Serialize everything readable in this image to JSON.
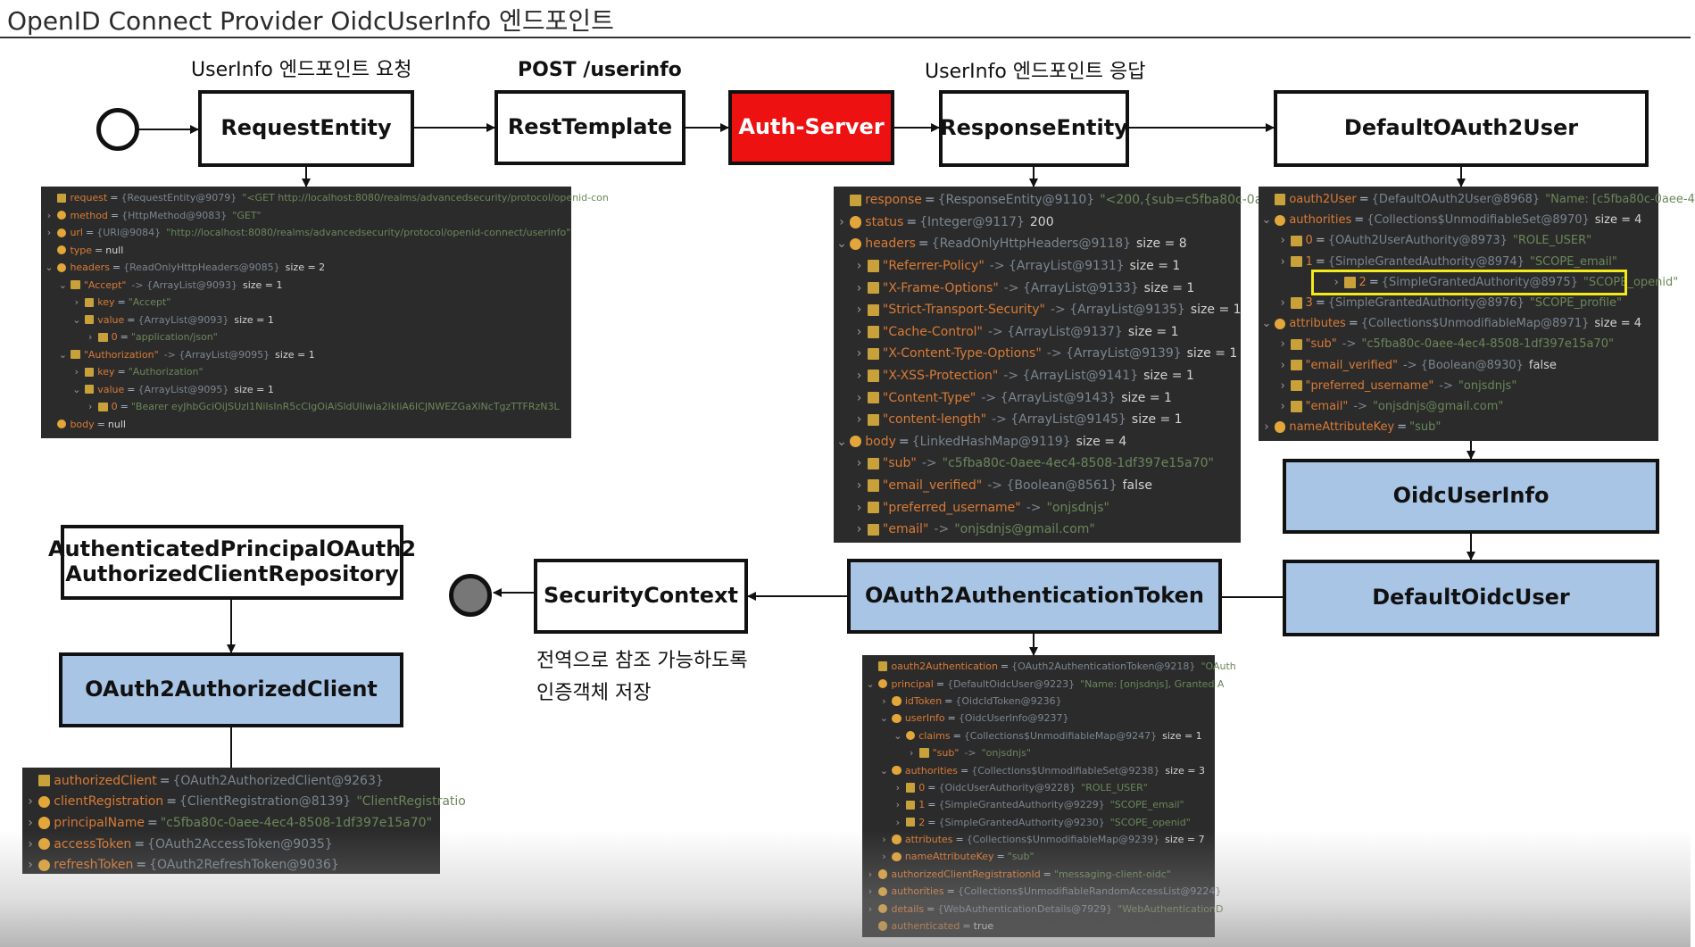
{
  "title": "OpenID Connect Provider OidcUserInfo 엔드포인트",
  "labels": {
    "request_label": "UserInfo 엔드포인트 요청",
    "post_label": "POST /userinfo",
    "response_label": "UserInfo 엔드포인트 응답",
    "note_line1": "전역으로 참조 가능하도록",
    "note_line2": "인증객체 저장"
  },
  "nodes": {
    "request_entity": "RequestEntity",
    "rest_template": "RestTemplate",
    "auth_server": "Auth-Server",
    "response_entity": "ResponseEntity",
    "default_oauth2_user": "DefaultOAuth2User",
    "oidc_user_info": "OidcUserInfo",
    "default_oidc_user": "DefaultOidcUser",
    "oauth2_authentication_token": "OAuth2AuthenticationToken",
    "security_context": "SecurityContext",
    "authorized_client_repository": "AuthenticatedPrincipalOAuth2\nAuthorizedClientRepository",
    "oauth2_authorized_client": "OAuth2AuthorizedClient"
  },
  "colors": {
    "auth_server": "#ee1111",
    "highlight_box": "#a9c5e6",
    "debugger_bg": "#2b2b2b",
    "selection": "#f2ea1b"
  },
  "debug_request": [
    {
      "exp": "",
      "icon": "field",
      "name": "request",
      "type": "{RequestEntity@9079}",
      "value": "\"<GET http://localhost:8080/realms/advancedsecurity/protocol/openid-con"
    },
    {
      "exp": "›",
      "icon": "obj",
      "name": "method",
      "type": "{HttpMethod@9083}",
      "value": "\"GET\""
    },
    {
      "exp": "›",
      "icon": "obj",
      "name": "url",
      "type": "{URI@9084}",
      "value": "\"http://localhost:8080/realms/advancedsecurity/protocol/openid-connect/userinfo\""
    },
    {
      "exp": "",
      "icon": "obj",
      "name": "type",
      "type": "",
      "value": "null"
    },
    {
      "exp": "⌄",
      "icon": "obj",
      "name": "headers",
      "type": "{ReadOnlyHttpHeaders@9085}",
      "value": "size = 2"
    },
    {
      "exp": "⌄",
      "icon": "field",
      "indent": 1,
      "name": "\"Accept\"",
      "type": "-> {ArrayList@9093}",
      "value": "size = 1"
    },
    {
      "exp": "›",
      "icon": "field",
      "indent": 2,
      "name": "key",
      "type": "",
      "value": "\"Accept\""
    },
    {
      "exp": "⌄",
      "icon": "field",
      "indent": 2,
      "name": "value",
      "type": "{ArrayList@9093}",
      "value": "size = 1"
    },
    {
      "exp": "›",
      "icon": "field",
      "indent": 3,
      "name": "0",
      "type": "",
      "value": "\"application/json\""
    },
    {
      "exp": "⌄",
      "icon": "field",
      "indent": 1,
      "name": "\"Authorization\"",
      "type": "-> {ArrayList@9095}",
      "value": "size = 1"
    },
    {
      "exp": "›",
      "icon": "field",
      "indent": 2,
      "name": "key",
      "type": "",
      "value": "\"Authorization\""
    },
    {
      "exp": "⌄",
      "icon": "field",
      "indent": 2,
      "name": "value",
      "type": "{ArrayList@9095}",
      "value": "size = 1"
    },
    {
      "exp": "›",
      "icon": "field",
      "indent": 3,
      "name": "0",
      "type": "",
      "value": "\"Bearer eyJhbGciOiJSUzI1NiIsInR5cCIgOiAiSldUIiwia2lkIiA6ICJNWEZGaXlNcTgzTTFRzN3L"
    },
    {
      "exp": "",
      "icon": "obj",
      "name": "body",
      "type": "",
      "value": "null"
    }
  ],
  "debug_response": [
    {
      "exp": "",
      "icon": "field",
      "name": "response",
      "type": "{ResponseEntity@9110}",
      "value": "\"<200,{sub=c5fba80c-0aee-4"
    },
    {
      "exp": "›",
      "icon": "obj",
      "name": "status",
      "type": "{Integer@9117}",
      "value": "200"
    },
    {
      "exp": "⌄",
      "icon": "obj",
      "name": "headers",
      "type": "{ReadOnlyHttpHeaders@9118}",
      "value": "size = 8"
    },
    {
      "exp": "›",
      "icon": "field",
      "indent": 1,
      "name": "\"Referrer-Policy\"",
      "type": "-> {ArrayList@9131}",
      "value": "size = 1"
    },
    {
      "exp": "›",
      "icon": "field",
      "indent": 1,
      "name": "\"X-Frame-Options\"",
      "type": "-> {ArrayList@9133}",
      "value": "size = 1"
    },
    {
      "exp": "›",
      "icon": "field",
      "indent": 1,
      "name": "\"Strict-Transport-Security\"",
      "type": "-> {ArrayList@9135}",
      "value": "size = 1"
    },
    {
      "exp": "›",
      "icon": "field",
      "indent": 1,
      "name": "\"Cache-Control\"",
      "type": "-> {ArrayList@9137}",
      "value": "size = 1"
    },
    {
      "exp": "›",
      "icon": "field",
      "indent": 1,
      "name": "\"X-Content-Type-Options\"",
      "type": "-> {ArrayList@9139}",
      "value": "size = 1"
    },
    {
      "exp": "›",
      "icon": "field",
      "indent": 1,
      "name": "\"X-XSS-Protection\"",
      "type": "-> {ArrayList@9141}",
      "value": "size = 1"
    },
    {
      "exp": "›",
      "icon": "field",
      "indent": 1,
      "name": "\"Content-Type\"",
      "type": "-> {ArrayList@9143}",
      "value": "size = 1"
    },
    {
      "exp": "›",
      "icon": "field",
      "indent": 1,
      "name": "\"content-length\"",
      "type": "-> {ArrayList@9145}",
      "value": "size = 1"
    },
    {
      "exp": "⌄",
      "icon": "obj",
      "name": "body",
      "type": "{LinkedHashMap@9119}",
      "value": "size = 4"
    },
    {
      "exp": "›",
      "icon": "field",
      "indent": 1,
      "name": "\"sub\"",
      "type": "->",
      "value": "\"c5fba80c-0aee-4ec4-8508-1df397e15a70\""
    },
    {
      "exp": "›",
      "icon": "field",
      "indent": 1,
      "name": "\"email_verified\"",
      "type": "-> {Boolean@8561}",
      "value": "false"
    },
    {
      "exp": "›",
      "icon": "field",
      "indent": 1,
      "name": "\"preferred_username\"",
      "type": "->",
      "value": "\"onjsdnjs\""
    },
    {
      "exp": "›",
      "icon": "field",
      "indent": 1,
      "name": "\"email\"",
      "type": "->",
      "value": "\"onjsdnjs@gmail.com\""
    }
  ],
  "debug_oauth2user": [
    {
      "exp": "",
      "icon": "field",
      "name": "oauth2User",
      "type": "{DefaultOAuth2User@8968}",
      "value": "\"Name: [c5fba80c-0aee-4"
    },
    {
      "exp": "⌄",
      "icon": "obj",
      "name": "authorities",
      "type": "{Collections$UnmodifiableSet@8970}",
      "value": "size = 4"
    },
    {
      "exp": "›",
      "icon": "field",
      "indent": 1,
      "name": "0",
      "type": "{OAuth2UserAuthority@8973}",
      "value": "\"ROLE_USER\""
    },
    {
      "exp": "›",
      "icon": "field",
      "indent": 1,
      "name": "1",
      "type": "{SimpleGrantedAuthority@8974}",
      "value": "\"SCOPE_email\""
    },
    {
      "exp": "›",
      "icon": "field",
      "indent": 1,
      "name": "2",
      "type": "{SimpleGrantedAuthority@8975}",
      "value": "\"SCOPE_openid\"",
      "highlight": true
    },
    {
      "exp": "›",
      "icon": "field",
      "indent": 1,
      "name": "3",
      "type": "{SimpleGrantedAuthority@8976}",
      "value": "\"SCOPE_profile\""
    },
    {
      "exp": "⌄",
      "icon": "obj",
      "name": "attributes",
      "type": "{Collections$UnmodifiableMap@8971}",
      "value": "size = 4"
    },
    {
      "exp": "›",
      "icon": "field",
      "indent": 1,
      "name": "\"sub\"",
      "type": "->",
      "value": "\"c5fba80c-0aee-4ec4-8508-1df397e15a70\""
    },
    {
      "exp": "›",
      "icon": "field",
      "indent": 1,
      "name": "\"email_verified\"",
      "type": "-> {Boolean@8930}",
      "value": "false"
    },
    {
      "exp": "›",
      "icon": "field",
      "indent": 1,
      "name": "\"preferred_username\"",
      "type": "->",
      "value": "\"onjsdnjs\""
    },
    {
      "exp": "›",
      "icon": "field",
      "indent": 1,
      "name": "\"email\"",
      "type": "->",
      "value": "\"onjsdnjs@gmail.com\""
    },
    {
      "exp": "›",
      "icon": "obj",
      "name": "nameAttributeKey",
      "type": "",
      "value": "\"sub\""
    }
  ],
  "debug_auth_token": [
    {
      "exp": "",
      "icon": "field",
      "name": "oauth2Authentication",
      "type": "{OAuth2AuthenticationToken@9218}",
      "value": "\"OAuth"
    },
    {
      "exp": "⌄",
      "icon": "obj",
      "name": "principal",
      "type": "{DefaultOidcUser@9223}",
      "value": "\"Name: [onjsdnjs], Granted A"
    },
    {
      "exp": "›",
      "icon": "obj",
      "indent": 1,
      "name": "idToken",
      "type": "{OidcIdToken@9236}",
      "value": ""
    },
    {
      "exp": "⌄",
      "icon": "obj",
      "indent": 1,
      "name": "userInfo",
      "type": "{OidcUserInfo@9237}",
      "value": ""
    },
    {
      "exp": "⌄",
      "icon": "obj",
      "indent": 2,
      "name": "claims",
      "type": "{Collections$UnmodifiableMap@9247}",
      "value": "size = 1"
    },
    {
      "exp": "›",
      "icon": "field",
      "indent": 3,
      "name": "\"sub\"",
      "type": "->",
      "value": "\"onjsdnjs\""
    },
    {
      "exp": "⌄",
      "icon": "obj",
      "indent": 1,
      "name": "authorities",
      "type": "{Collections$UnmodifiableSet@9238}",
      "value": "size = 3"
    },
    {
      "exp": "›",
      "icon": "field",
      "indent": 2,
      "name": "0",
      "type": "{OidcUserAuthority@9228}",
      "value": "\"ROLE_USER\""
    },
    {
      "exp": "›",
      "icon": "field",
      "indent": 2,
      "name": "1",
      "type": "{SimpleGrantedAuthority@9229}",
      "value": "\"SCOPE_email\""
    },
    {
      "exp": "›",
      "icon": "field",
      "indent": 2,
      "name": "2",
      "type": "{SimpleGrantedAuthority@9230}",
      "value": "\"SCOPE_openid\""
    },
    {
      "exp": "›",
      "icon": "obj",
      "indent": 1,
      "name": "attributes",
      "type": "{Collections$UnmodifiableMap@9239}",
      "value": "size = 7"
    },
    {
      "exp": "›",
      "icon": "obj",
      "indent": 1,
      "name": "nameAttributeKey",
      "type": "",
      "value": "\"sub\""
    },
    {
      "exp": "›",
      "icon": "obj",
      "name": "authorizedClientRegistrationId",
      "type": "",
      "value": "\"messaging-client-oidc\""
    },
    {
      "exp": "›",
      "icon": "obj",
      "name": "authorities",
      "type": "{Collections$UnmodifiableRandomAccessList@9224}",
      "value": ""
    },
    {
      "exp": "›",
      "icon": "obj",
      "name": "details",
      "type": "{WebAuthenticationDetails@7929}",
      "value": "\"WebAuthenticationD"
    },
    {
      "exp": "",
      "icon": "obj",
      "name": "authenticated",
      "type": "",
      "value": "true"
    }
  ],
  "debug_authorized_client": [
    {
      "exp": "",
      "icon": "field",
      "name": "authorizedClient",
      "type": "{OAuth2AuthorizedClient@9263}",
      "value": ""
    },
    {
      "exp": "›",
      "icon": "obj",
      "name": "clientRegistration",
      "type": "{ClientRegistration@8139}",
      "value": "\"ClientRegistratio"
    },
    {
      "exp": "›",
      "icon": "obj",
      "name": "principalName",
      "type": "",
      "value": "\"c5fba80c-0aee-4ec4-8508-1df397e15a70\""
    },
    {
      "exp": "›",
      "icon": "obj",
      "name": "accessToken",
      "type": "{OAuth2AccessToken@9035}",
      "value": ""
    },
    {
      "exp": "›",
      "icon": "obj",
      "name": "refreshToken",
      "type": "{OAuth2RefreshToken@9036}",
      "value": ""
    }
  ]
}
